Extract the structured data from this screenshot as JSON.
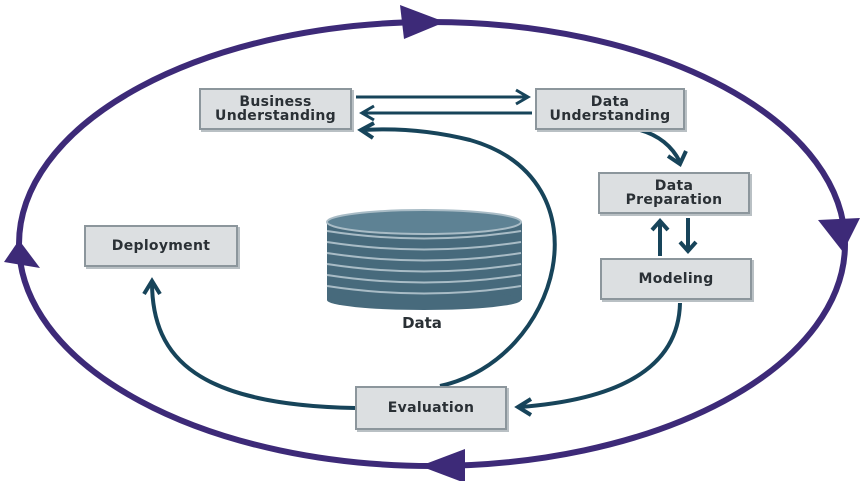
{
  "diagram": {
    "nodes": {
      "business_understanding": "Business\nUnderstanding",
      "data_understanding": "Data\nUnderstanding",
      "data_preparation": "Data\nPreparation",
      "modeling": "Modeling",
      "deployment": "Deployment",
      "evaluation": "Evaluation",
      "data": "Data"
    },
    "edges": [
      {
        "from": "Business Understanding",
        "to": "Data Understanding"
      },
      {
        "from": "Data Understanding",
        "to": "Business Understanding"
      },
      {
        "from": "Data Understanding",
        "to": "Data Preparation"
      },
      {
        "from": "Data Preparation",
        "to": "Modeling"
      },
      {
        "from": "Modeling",
        "to": "Data Preparation"
      },
      {
        "from": "Modeling",
        "to": "Evaluation"
      },
      {
        "from": "Evaluation",
        "to": "Business Understanding"
      },
      {
        "from": "Evaluation",
        "to": "Deployment"
      }
    ],
    "colors": {
      "outer_cycle": "#3d2a78",
      "flow_arrows": "#17445a",
      "box_fill": "#dcdfe1",
      "box_border": "#8c969c",
      "database": "#476a7c"
    },
    "outer_cycle_direction": "clockwise"
  }
}
